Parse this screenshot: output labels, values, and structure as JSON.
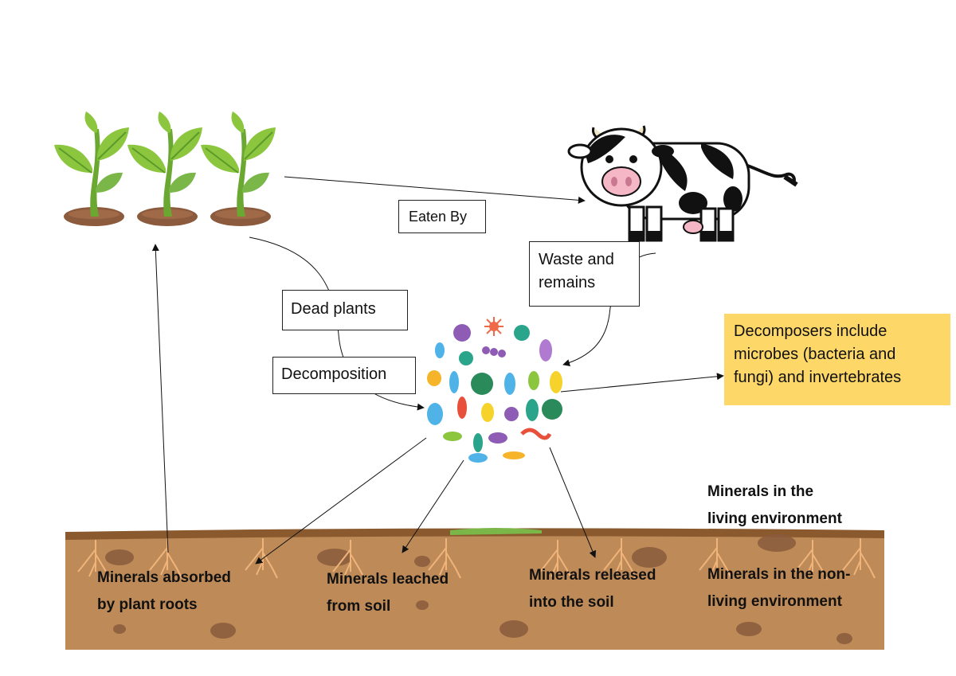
{
  "labels": {
    "eaten_by": "Eaten By",
    "waste_line1": "Waste and",
    "waste_line2": "remains",
    "dead_plants": "Dead plants",
    "decomposition": "Decomposition",
    "decomposers_line1": "Decomposers include",
    "decomposers_line2": "microbes (bacteria and",
    "decomposers_line3": "fungi) and invertebrates",
    "living_line1": "Minerals in the",
    "living_line2": "living environment",
    "absorbed_line1": "Minerals absorbed",
    "absorbed_line2": "by plant roots",
    "leached_line1": "Minerals leached",
    "leached_line2": "from soil",
    "released_line1": "Minerals released",
    "released_line2": "into the soil",
    "nonliving_line1": "Minerals in the non-",
    "nonliving_line2": "living environment"
  },
  "icons": [
    "seedling-icon",
    "cow-icon",
    "microbes-icon",
    "soil-roots-icon"
  ],
  "colors": {
    "soil": "#bd8a58",
    "soil_top": "#8a5a2e",
    "grass": "#7ab648",
    "plant_green": "#8cc63f",
    "note_yellow": "#fdd768"
  }
}
